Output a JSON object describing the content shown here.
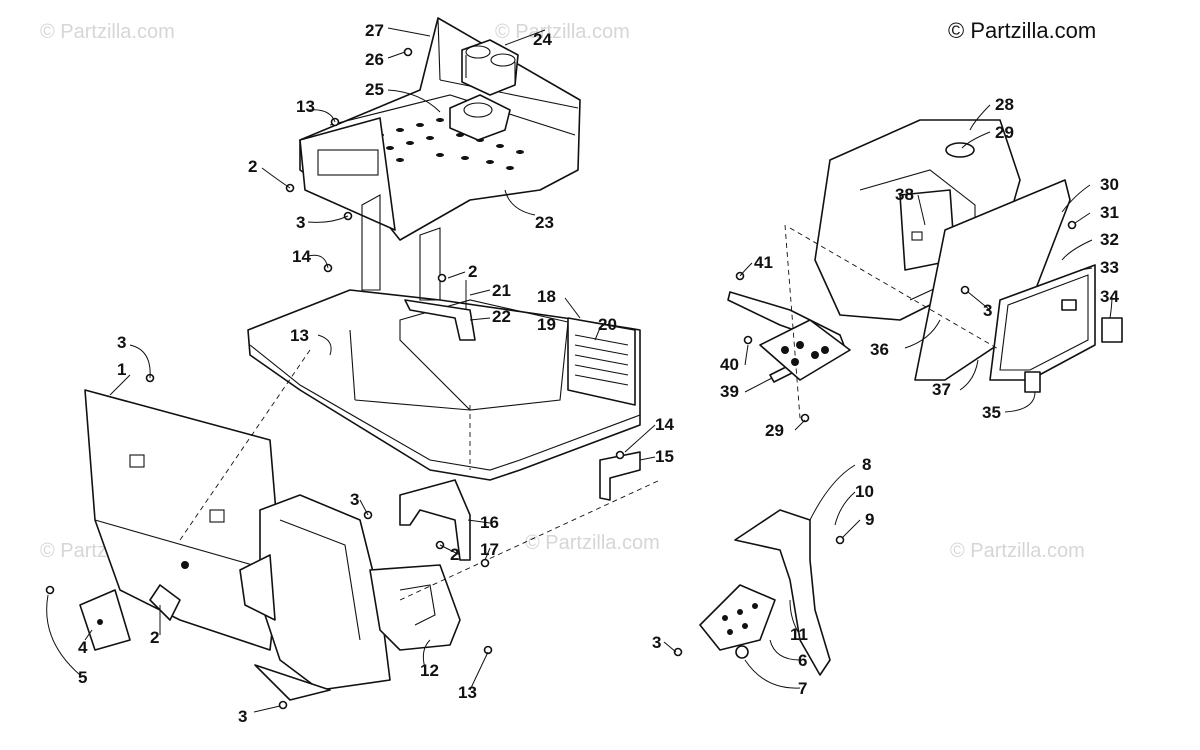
{
  "watermark": "© Partzilla.com",
  "copyright": "© Partzilla.com",
  "callouts": [
    "1",
    "2",
    "3",
    "4",
    "5",
    "6",
    "7",
    "8",
    "9",
    "10",
    "11",
    "12",
    "13",
    "14",
    "15",
    "16",
    "17",
    "18",
    "19",
    "20",
    "21",
    "22",
    "23",
    "24",
    "25",
    "26",
    "27",
    "28",
    "29",
    "30",
    "31",
    "32",
    "33",
    "34",
    "35",
    "36",
    "37",
    "38",
    "39",
    "40",
    "41"
  ]
}
